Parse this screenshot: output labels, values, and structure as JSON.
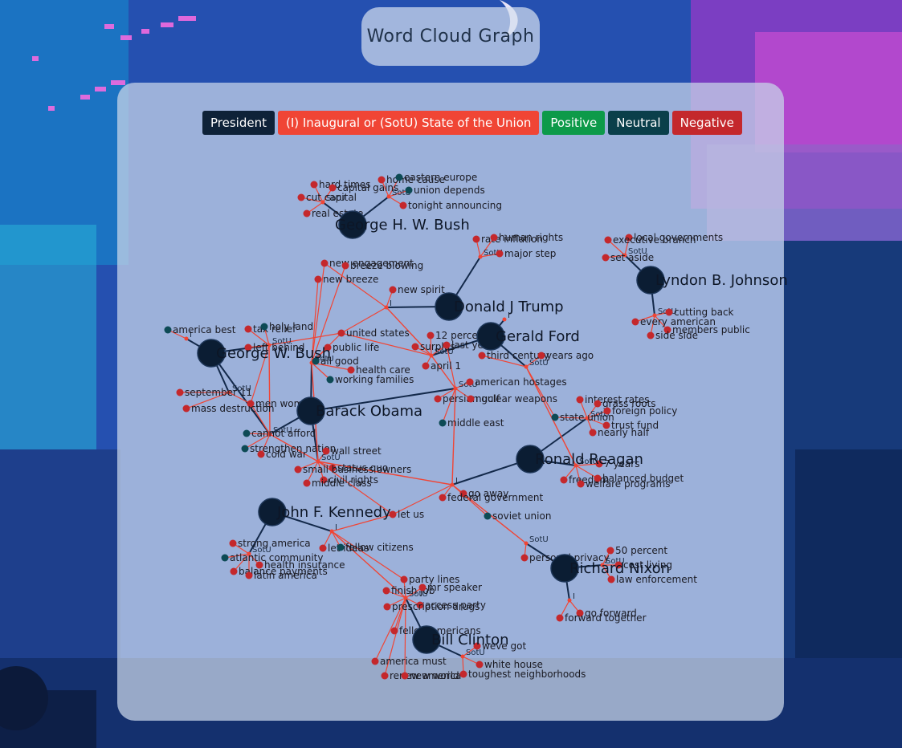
{
  "title": "Word Cloud Graph",
  "legend": [
    {
      "label": "President",
      "color": "#0e2238"
    },
    {
      "label": "(I) Inaugural or (SotU) State of the Union",
      "color": "#f04535"
    },
    {
      "label": "Positive",
      "color": "#0d9a49"
    },
    {
      "label": "Neutral",
      "color": "#0a3f4a"
    },
    {
      "label": "Negative",
      "color": "#c4282c"
    }
  ],
  "colors": {
    "president": "#0b1d33",
    "speech_edge": "#f04535",
    "president_edge": "#13294a",
    "positive": "#0d9a49",
    "neutral": "#0d4a55",
    "negative": "#c4282c"
  },
  "graph": {
    "presidents": [
      {
        "id": "ghwb",
        "label": "George H. W. Bush"
      },
      {
        "id": "lbj",
        "label": "Lyndon B. Johnson"
      },
      {
        "id": "trump",
        "label": "Donald J Trump"
      },
      {
        "id": "ford",
        "label": "Gerald Ford"
      },
      {
        "id": "gwb",
        "label": "George W. Bush"
      },
      {
        "id": "obama",
        "label": "Barack Obama"
      },
      {
        "id": "reagan",
        "label": "Ronald Reagan"
      },
      {
        "id": "jfk",
        "label": "John F. Kennedy"
      },
      {
        "id": "nixon",
        "label": "Richard Nixon"
      },
      {
        "id": "clinton",
        "label": "Bill Clinton"
      }
    ],
    "speeches": [
      {
        "id": "s_ghwb",
        "label": "SotU"
      },
      {
        "id": "s_ghwb2",
        "label": "SotU"
      },
      {
        "id": "s_lbj1",
        "label": "SotU"
      },
      {
        "id": "s_lbj2",
        "label": "SotU"
      },
      {
        "id": "s_trump1",
        "label": "I"
      },
      {
        "id": "s_trump2",
        "label": "SotU"
      },
      {
        "id": "s_trump3",
        "label": "I"
      },
      {
        "id": "s_ford1",
        "label": "SotU"
      },
      {
        "id": "s_ford2",
        "label": "SotU"
      },
      {
        "id": "s_gwb1",
        "label": "SotU"
      },
      {
        "id": "s_gwb2",
        "label": "SotU"
      },
      {
        "id": "s_gwb3",
        "label": "I"
      },
      {
        "id": "s_obama1",
        "label": "SotU"
      },
      {
        "id": "s_obama2",
        "label": "SotU"
      },
      {
        "id": "s_obama3",
        "label": "SotU"
      },
      {
        "id": "s_obama4",
        "label": "SotU"
      },
      {
        "id": "s_reagan1",
        "label": "SotU"
      },
      {
        "id": "s_reagan2",
        "label": "SotU"
      },
      {
        "id": "s_reagan3",
        "label": "I"
      },
      {
        "id": "s_jfk1",
        "label": "I"
      },
      {
        "id": "s_jfk2",
        "label": "SotU"
      },
      {
        "id": "s_nixon1",
        "label": "SotU"
      },
      {
        "id": "s_nixon2",
        "label": "SotU"
      },
      {
        "id": "s_nixon3",
        "label": "I"
      },
      {
        "id": "s_clinton1",
        "label": "SotU"
      },
      {
        "id": "s_clinton2",
        "label": "SotU"
      }
    ],
    "words": [
      {
        "label": "hard times",
        "sentiment": "negative"
      },
      {
        "label": "capital gains",
        "sentiment": "negative"
      },
      {
        "label": "cut capital",
        "sentiment": "negative"
      },
      {
        "label": "real estate",
        "sentiment": "negative"
      },
      {
        "label": "home cause",
        "sentiment": "negative"
      },
      {
        "label": "eastern europe",
        "sentiment": "neutral"
      },
      {
        "label": "union depends",
        "sentiment": "neutral"
      },
      {
        "label": "tonight announcing",
        "sentiment": "negative"
      },
      {
        "label": "new engagement",
        "sentiment": "negative"
      },
      {
        "label": "breeze blowing",
        "sentiment": "negative"
      },
      {
        "label": "new breeze",
        "sentiment": "negative"
      },
      {
        "label": "rate inflation",
        "sentiment": "negative"
      },
      {
        "label": "human rights",
        "sentiment": "negative"
      },
      {
        "label": "major step",
        "sentiment": "negative"
      },
      {
        "label": "local governments",
        "sentiment": "negative"
      },
      {
        "label": "executive branch",
        "sentiment": "negative"
      },
      {
        "label": "set aside",
        "sentiment": "negative"
      },
      {
        "label": "cutting back",
        "sentiment": "negative"
      },
      {
        "label": "every american",
        "sentiment": "negative"
      },
      {
        "label": "members public",
        "sentiment": "negative"
      },
      {
        "label": "side side",
        "sentiment": "negative"
      },
      {
        "label": "new spirit",
        "sentiment": "negative"
      },
      {
        "label": "america best",
        "sentiment": "neutral"
      },
      {
        "label": "tax relief",
        "sentiment": "negative"
      },
      {
        "label": "holy land",
        "sentiment": "neutral"
      },
      {
        "label": "left behind",
        "sentiment": "negative"
      },
      {
        "label": "united states",
        "sentiment": "negative"
      },
      {
        "label": "12 percent",
        "sentiment": "negative"
      },
      {
        "label": "surplus",
        "sentiment": "negative"
      },
      {
        "label": "last year",
        "sentiment": "negative"
      },
      {
        "label": "public life",
        "sentiment": "negative"
      },
      {
        "label": "all good",
        "sentiment": "neutral"
      },
      {
        "label": "health care",
        "sentiment": "negative"
      },
      {
        "label": "working families",
        "sentiment": "neutral"
      },
      {
        "label": "third century",
        "sentiment": "negative"
      },
      {
        "label": "years ago",
        "sentiment": "negative"
      },
      {
        "label": "april 1",
        "sentiment": "negative"
      },
      {
        "label": "american hostages",
        "sentiment": "negative"
      },
      {
        "label": "september 11",
        "sentiment": "negative"
      },
      {
        "label": "men women",
        "sentiment": "negative"
      },
      {
        "label": "persian gulf",
        "sentiment": "negative"
      },
      {
        "label": "nuclear weapons",
        "sentiment": "negative"
      },
      {
        "label": "mass destruction",
        "sentiment": "negative"
      },
      {
        "label": "middle east",
        "sentiment": "neutral"
      },
      {
        "label": "interest rates",
        "sentiment": "negative"
      },
      {
        "label": "grass roots",
        "sentiment": "negative"
      },
      {
        "label": "foreign policy",
        "sentiment": "negative"
      },
      {
        "label": "state union",
        "sentiment": "neutral"
      },
      {
        "label": "trust fund",
        "sentiment": "negative"
      },
      {
        "label": "nearly half",
        "sentiment": "negative"
      },
      {
        "label": "cannot afford",
        "sentiment": "neutral"
      },
      {
        "label": "strengthen nation",
        "sentiment": "neutral"
      },
      {
        "label": "cold war",
        "sentiment": "negative"
      },
      {
        "label": "wall street",
        "sentiment": "negative"
      },
      {
        "label": "status quo",
        "sentiment": "negative"
      },
      {
        "label": "small business owners",
        "sentiment": "negative"
      },
      {
        "label": "civil rights",
        "sentiment": "negative"
      },
      {
        "label": "middle class",
        "sentiment": "negative"
      },
      {
        "label": "7 years",
        "sentiment": "negative"
      },
      {
        "label": "freedom",
        "sentiment": "negative"
      },
      {
        "label": "balanced budget",
        "sentiment": "negative"
      },
      {
        "label": "welfare programs",
        "sentiment": "negative"
      },
      {
        "label": "go away",
        "sentiment": "negative"
      },
      {
        "label": "federal government",
        "sentiment": "negative"
      },
      {
        "label": "let us",
        "sentiment": "negative"
      },
      {
        "label": "soviet union",
        "sentiment": "neutral"
      },
      {
        "label": "let ideas",
        "sentiment": "negative"
      },
      {
        "label": "fellow citizens",
        "sentiment": "neutral"
      },
      {
        "label": "strong america",
        "sentiment": "negative"
      },
      {
        "label": "atlantic community",
        "sentiment": "neutral"
      },
      {
        "label": "health insurance",
        "sentiment": "negative"
      },
      {
        "label": "balance payments",
        "sentiment": "negative"
      },
      {
        "label": "latin america",
        "sentiment": "negative"
      },
      {
        "label": "50 percent",
        "sentiment": "negative"
      },
      {
        "label": "personal privacy",
        "sentiment": "negative"
      },
      {
        "label": "cost living",
        "sentiment": "negative"
      },
      {
        "label": "law enforcement",
        "sentiment": "negative"
      },
      {
        "label": "go forward",
        "sentiment": "negative"
      },
      {
        "label": "forward together",
        "sentiment": "negative"
      },
      {
        "label": "party lines",
        "sentiment": "negative"
      },
      {
        "label": "finish job",
        "sentiment": "negative"
      },
      {
        "label": "mr speaker",
        "sentiment": "negative"
      },
      {
        "label": "access party",
        "sentiment": "negative"
      },
      {
        "label": "prescription drugs",
        "sentiment": "negative"
      },
      {
        "label": "fellow americans",
        "sentiment": "negative"
      },
      {
        "label": "weve got",
        "sentiment": "negative"
      },
      {
        "label": "white house",
        "sentiment": "negative"
      },
      {
        "label": "america must",
        "sentiment": "negative"
      },
      {
        "label": "renew america",
        "sentiment": "negative"
      },
      {
        "label": "new world",
        "sentiment": "negative"
      },
      {
        "label": "toughest neighborhoods",
        "sentiment": "negative"
      }
    ]
  }
}
